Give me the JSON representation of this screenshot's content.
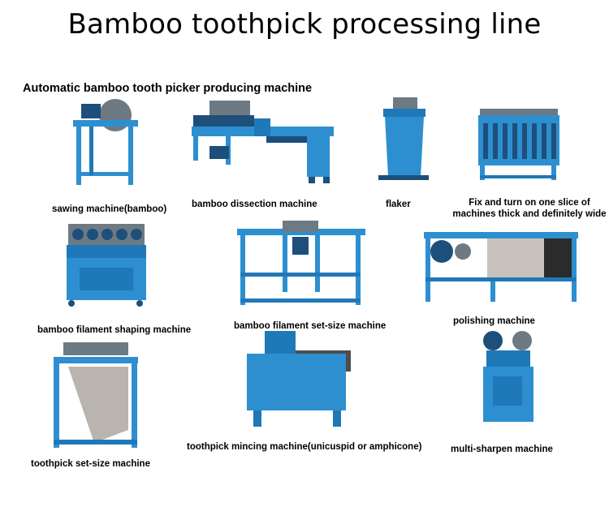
{
  "title": "Bamboo toothpick processing line",
  "subtitle": "Automatic bamboo tooth picker producing machine",
  "machines": [
    {
      "label": "sawing machine(bamboo)",
      "icon": "sawing-machine-image"
    },
    {
      "label": "bamboo dissection machine",
      "icon": "dissection-machine-image"
    },
    {
      "label": "flaker",
      "icon": "flaker-image"
    },
    {
      "label_line1": "Fix and turn on one slice of",
      "label_line2": "machines thick and definitely wide",
      "icon": "slice-machine-image"
    },
    {
      "label": "bamboo filament shaping machine",
      "icon": "filament-shaping-machine-image"
    },
    {
      "label": "bamboo filament set-size machine",
      "icon": "filament-set-size-machine-image"
    },
    {
      "label": "polishing machine",
      "icon": "polishing-machine-image"
    },
    {
      "label": "toothpick set-size machine",
      "icon": "toothpick-set-size-machine-image"
    },
    {
      "label": "toothpick mincing machine(unicuspid or amphicone)",
      "icon": "mincing-machine-image"
    },
    {
      "label": "multi-sharpen machine",
      "icon": "multi-sharpen-machine-image"
    }
  ],
  "colors": {
    "machine_blue": "#2d8fd0",
    "machine_dark": "#1d4f7a"
  }
}
